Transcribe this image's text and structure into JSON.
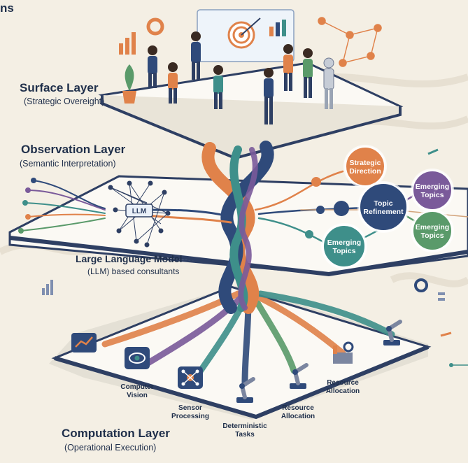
{
  "colors": {
    "background": "#f4efe4",
    "layer_fill": "#fbf9f4",
    "layer_edge": "#2e3f63",
    "orange": "#e0824a",
    "teal": "#3e8f8a",
    "navy": "#2f4a7a",
    "purple": "#7a5a9a",
    "green": "#5a9a6a"
  },
  "corner_text": "ns",
  "layers": {
    "surface": {
      "title": "Surface Layer",
      "subtitle": "(Strategic Overeight)"
    },
    "observation": {
      "title": "Observation Layer",
      "subtitle": "(Semantic Interpretation)"
    },
    "computation": {
      "title": "Computation Layer",
      "subtitle": "(Operational Execution)"
    }
  },
  "llm": {
    "badge": "LLM",
    "title": "Large Language Model",
    "subtitle": "(LLM) based consultants"
  },
  "topic_nodes": [
    {
      "label": "Strategic Direction",
      "lines": [
        "Strategic",
        "Direction"
      ],
      "color": "#e0824a"
    },
    {
      "label": "Topic Refinement",
      "lines": [
        "Topic",
        "Refinement"
      ],
      "color": "#2f4a7a"
    },
    {
      "label": "Emerging Topics",
      "lines": [
        "Emerging",
        "Topics"
      ],
      "color": "#7a5a9a"
    },
    {
      "label": "Emerging Topics",
      "lines": [
        "Emerging",
        "Topics"
      ],
      "color": "#5a9a6a"
    },
    {
      "label": "Emerging Topics",
      "lines": [
        "Emerging",
        "Topics"
      ],
      "color": "#3e8f8a"
    }
  ],
  "computation_items": [
    {
      "name": "analytics-chart",
      "icon": "bar-chart-icon",
      "lines": []
    },
    {
      "name": "computer-vision",
      "icon": "eye-icon",
      "lines": [
        "Computer",
        "Vision"
      ]
    },
    {
      "name": "sensor-processing",
      "icon": "sensor-network-icon",
      "lines": [
        "Sensor",
        "Processing"
      ]
    },
    {
      "name": "deterministic-tasks",
      "icon": "robot-arm-icon",
      "lines": [
        "Deterministic",
        "Tasks"
      ]
    },
    {
      "name": "resource-allocation-arm",
      "icon": "robot-arm-icon",
      "lines": [
        "Resource",
        "Allocation"
      ]
    },
    {
      "name": "resource-allocation-factory",
      "icon": "factory-gear-icon",
      "lines": [
        "Resource",
        "Allocation"
      ]
    },
    {
      "name": "robot-arm-right",
      "icon": "robot-arm-icon",
      "lines": []
    }
  ]
}
